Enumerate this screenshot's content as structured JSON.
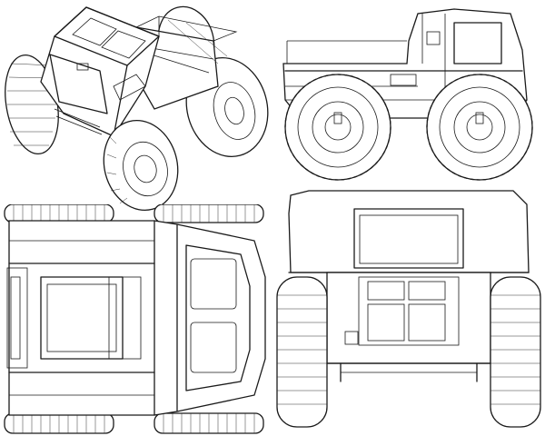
{
  "drawing": {
    "views": [
      {
        "id": "iso",
        "name": "isometric-view"
      },
      {
        "id": "side",
        "name": "side-view"
      },
      {
        "id": "top",
        "name": "top-view"
      },
      {
        "id": "rear",
        "name": "rear-view"
      }
    ],
    "style": {
      "line_color": "#1a1a1a",
      "background": "#ffffff"
    },
    "wheels_per_vehicle": 4
  }
}
